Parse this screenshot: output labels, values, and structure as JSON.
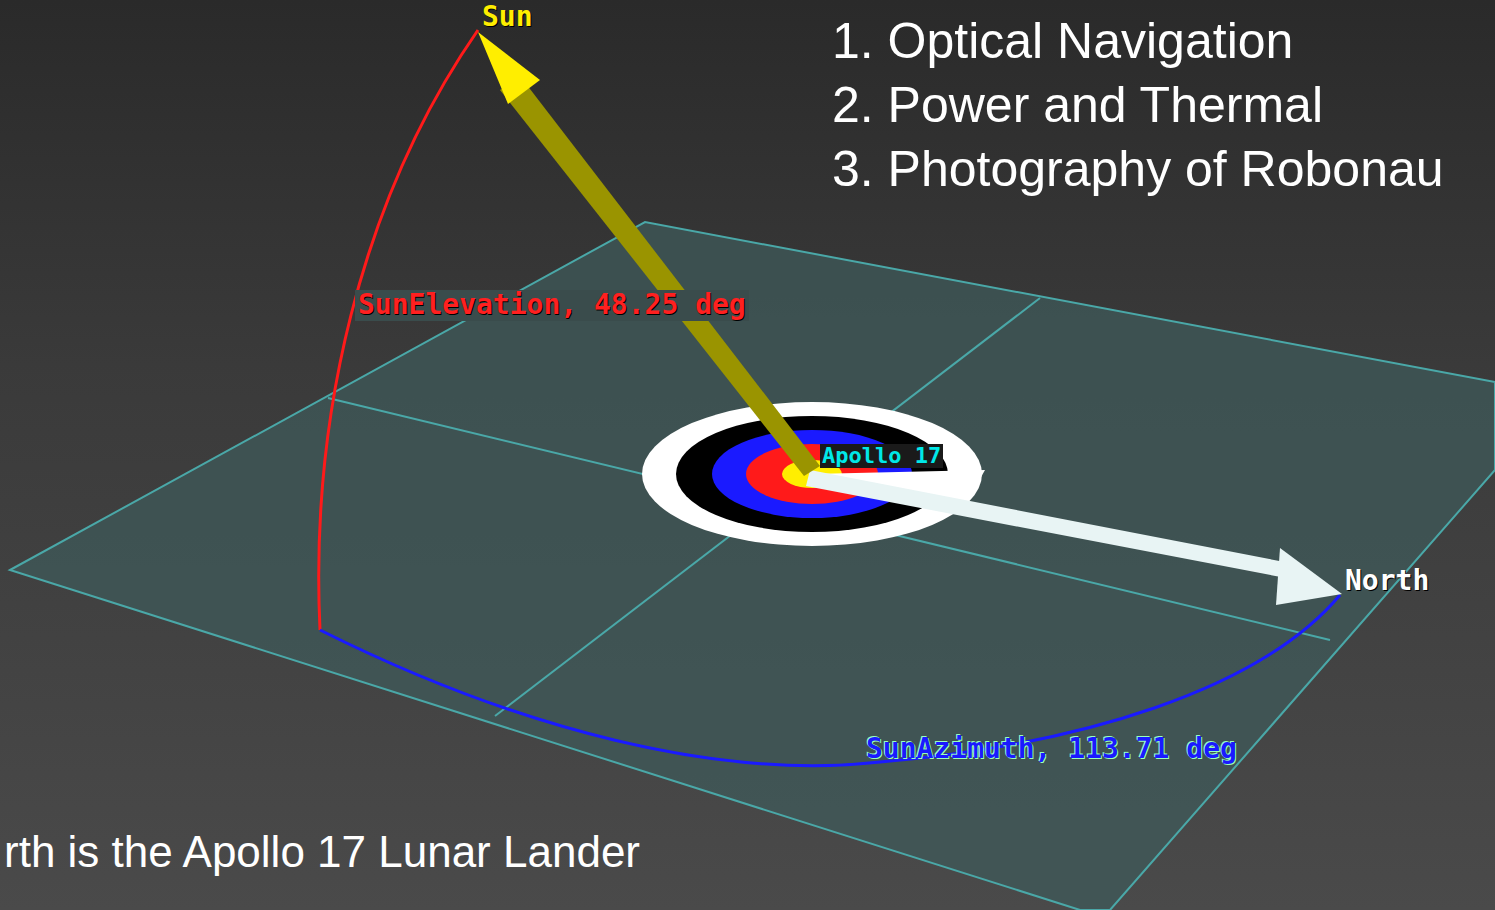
{
  "diagram": {
    "labels": [
      "1. Optical Navigation",
      "2. Power and Thermal",
      "3. Photography of Robonau",
      "Sun",
      "SunElevation, 48.25 deg",
      "Apollo 17",
      "North",
      "SunAzimuth, 113.71 deg",
      "rth is the Apollo 17 Lunar Lander"
    ]
  }
}
